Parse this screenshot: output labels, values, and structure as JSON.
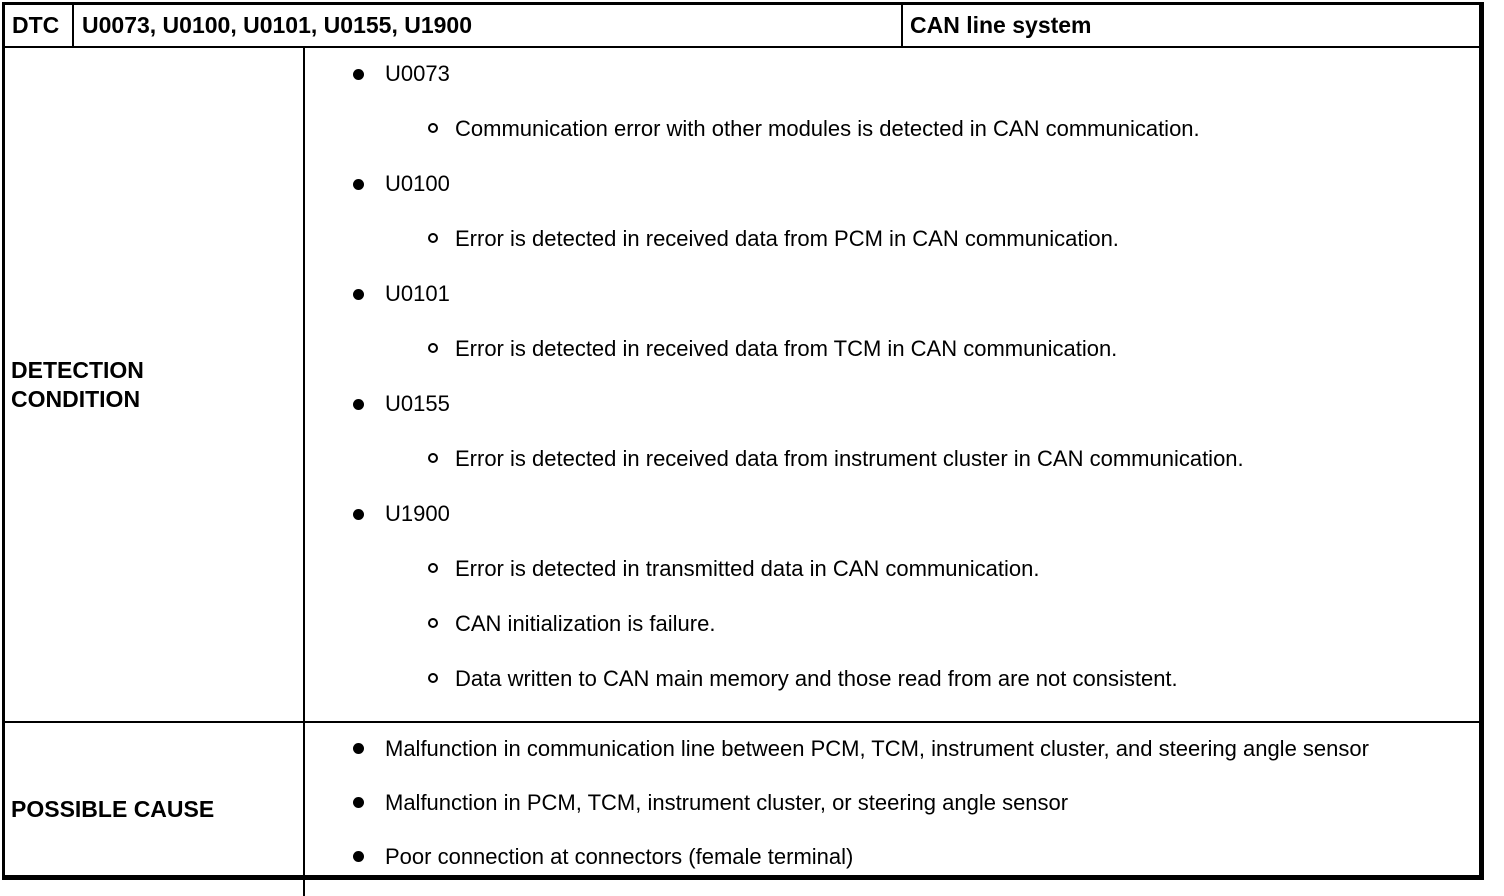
{
  "header": {
    "dtc_label": "DTC",
    "codes": "U0073, U0100, U0101, U0155, U1900",
    "system": "CAN line system"
  },
  "detection": {
    "label": "DETECTION CONDITION",
    "items": [
      {
        "code": "U0073",
        "subs": [
          "Communication error with other modules is detected in CAN communication."
        ]
      },
      {
        "code": "U0100",
        "subs": [
          "Error is detected in received data from PCM in CAN communication."
        ]
      },
      {
        "code": "U0101",
        "subs": [
          "Error is detected in received data from TCM in CAN communication."
        ]
      },
      {
        "code": "U0155",
        "subs": [
          "Error is detected in received data from instrument cluster in CAN communication."
        ]
      },
      {
        "code": "U1900",
        "subs": [
          "Error is detected in transmitted data in CAN communication.",
          "CAN initialization is failure.",
          "Data written to CAN main memory and those read from are not consistent."
        ]
      }
    ]
  },
  "possible_cause": {
    "label": "POSSIBLE CAUSE",
    "items": [
      "Malfunction in communication line between PCM, TCM, instrument cluster, and steering angle sensor",
      "Malfunction in PCM, TCM, instrument cluster, or steering angle sensor",
      "Poor connection at connectors (female terminal)"
    ]
  },
  "icons": {
    "level1_bullet": "filled-circle",
    "level2_bullet": "open-circle"
  },
  "colors": {
    "border": "#000000",
    "background": "#ffffff",
    "text": "#000000"
  }
}
